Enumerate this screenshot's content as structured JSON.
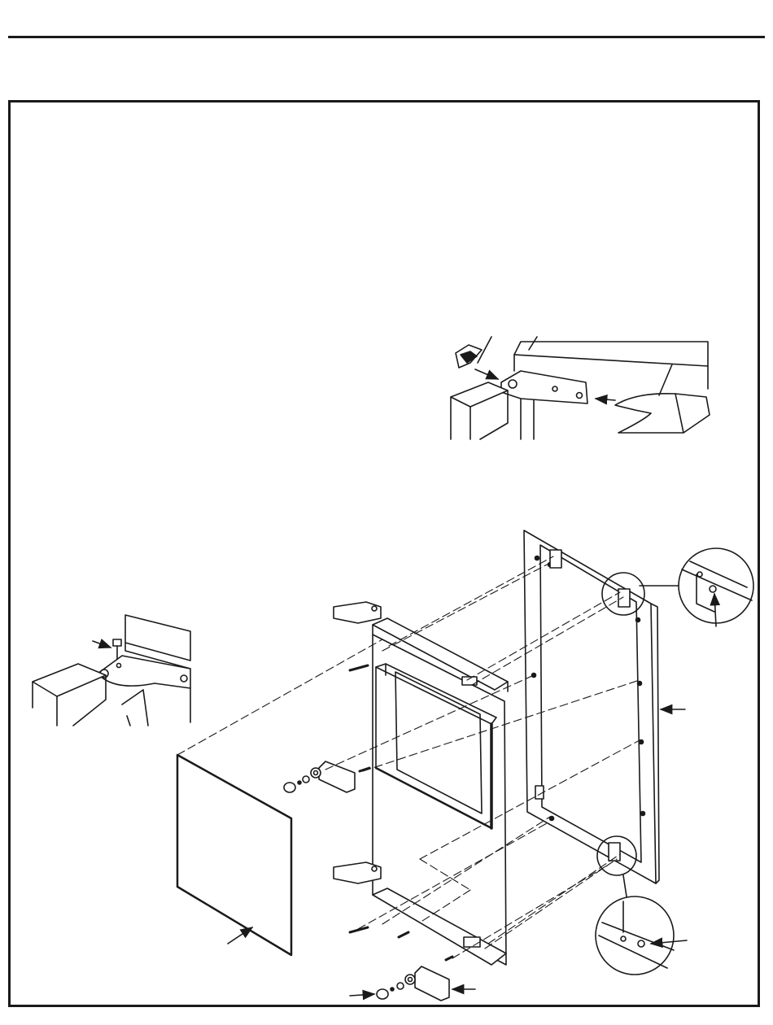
{
  "page": {
    "background": "#ffffff",
    "ink_color": "#1a1a1a"
  },
  "figures": [
    {
      "id": "hinge-detail",
      "kind": "inset-illustration"
    },
    {
      "id": "pin-detail",
      "kind": "inset-illustration"
    },
    {
      "id": "exploded-door-assembly",
      "kind": "exploded-view"
    },
    {
      "id": "magnified-screw-top",
      "kind": "circular-magnifier"
    },
    {
      "id": "magnified-screw-bottom",
      "kind": "circular-magnifier"
    }
  ]
}
